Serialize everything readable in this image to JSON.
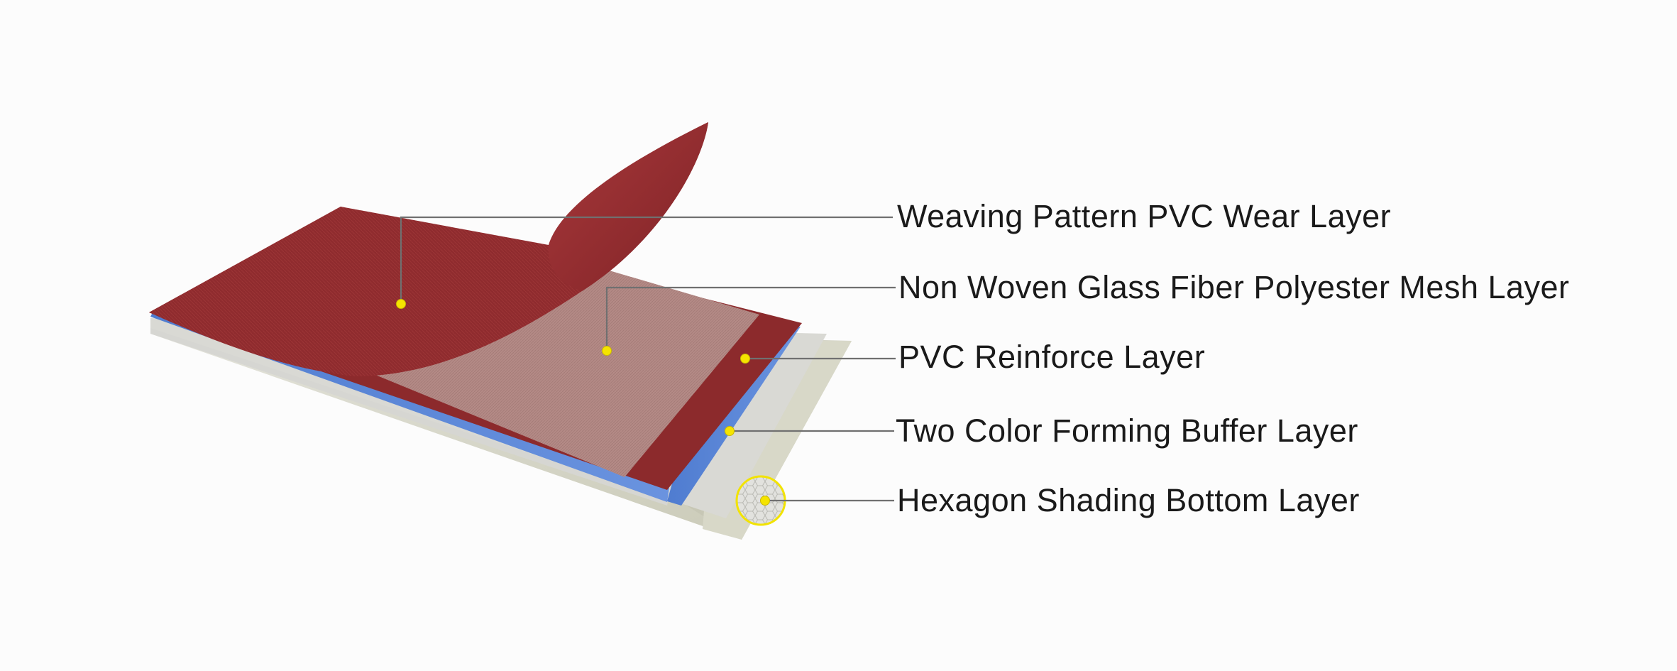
{
  "layers": [
    {
      "label": "Weaving Pattern PVC Wear Layer",
      "color": "#8f2b2e"
    },
    {
      "label": "Non Woven Glass Fiber Polyester Mesh Layer",
      "color": "#b48a86"
    },
    {
      "label": "PVC Reinforce Layer",
      "color": "#8c2a2c"
    },
    {
      "label": "Two Color Forming Buffer Layer",
      "color": "#5b86d6"
    },
    {
      "label": "Hexagon Shading Bottom Layer",
      "color": "#d8d8c8"
    }
  ],
  "marker_color": "#f5e400",
  "marker_icon": "yellow-dot-icon",
  "magnifier_icon": "hexagon-pattern-magnifier-icon"
}
